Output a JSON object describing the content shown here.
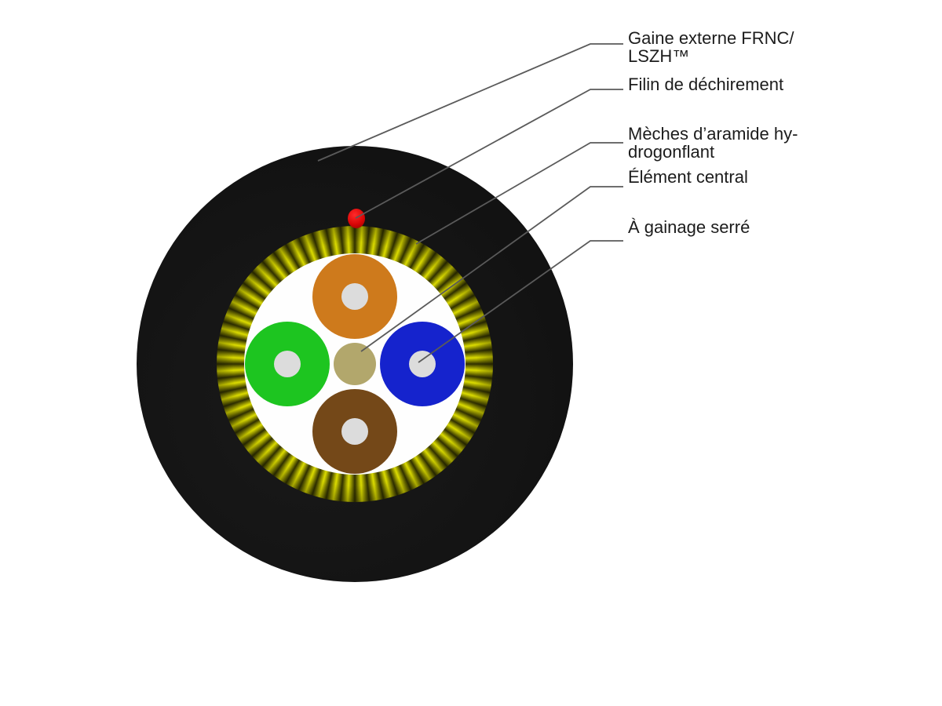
{
  "diagram": {
    "type": "fiber-optic-cable-cross-section",
    "labels": [
      {
        "id": "gaine-externe",
        "lines": [
          "Gaine externe FRNC/",
          "LSZH™"
        ]
      },
      {
        "id": "filin",
        "lines": [
          "Filin de déchirement"
        ]
      },
      {
        "id": "meches-aramide",
        "lines": [
          "Mèches d’aramide hy-",
          "drogonflant"
        ]
      },
      {
        "id": "element-central",
        "lines": [
          "Élément central"
        ]
      },
      {
        "id": "gainage-serre",
        "lines": [
          "À gainage serré"
        ]
      }
    ],
    "colors": {
      "jacket": "#141414",
      "aramid_yellow": "#dcdc00",
      "aramid_dark": "#303000",
      "inner_background": "#fefefe",
      "fiber_orange": "#ce7a1c",
      "fiber_green": "#1dc520",
      "fiber_blue": "#1523cd",
      "fiber_brown": "#744818",
      "central_element": "#b2a76c",
      "fiber_core": "#dcdcdc",
      "ripcord_red": "#d90606",
      "leader_line": "#5a5a5a",
      "text": "#1c1c1c"
    }
  }
}
